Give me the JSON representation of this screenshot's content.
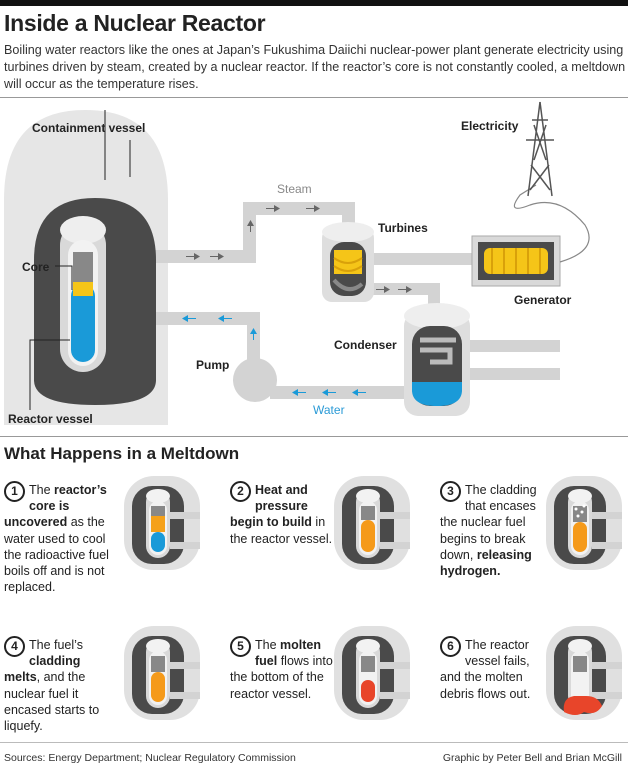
{
  "title": "Inside a Nuclear Reactor",
  "intro": "Boiling water reactors like the ones at Japan’s Fukushima Daiichi nuclear-power plant generate electricity using turbines driven by steam, created by a nuclear reactor.  If the reactor’s core is not constantly cooled, a meltdown will occur as the temperature rises.",
  "labels": {
    "containment": "Containment vessel",
    "core": "Core",
    "reactor_vessel": "Reactor vessel",
    "steam": "Steam",
    "turbines": "Turbines",
    "electricity": "Electricity",
    "generator": "Generator",
    "condenser": "Condenser",
    "pump": "Pump",
    "water": "Water"
  },
  "meltdown": {
    "heading": "What Happens in a Meltdown",
    "steps": [
      {
        "num": "1",
        "parts": [
          [
            "The ",
            false
          ],
          [
            "reactor’s core is uncovered",
            true
          ],
          [
            " as the water used to cool the radioactive fuel boils off and is not replaced.",
            false
          ]
        ]
      },
      {
        "num": "2",
        "parts": [
          [
            "Heat and pressure begin to build",
            true
          ],
          [
            " in the reactor vessel.",
            false
          ]
        ]
      },
      {
        "num": "3",
        "parts": [
          [
            "The cladding that encases the nuclear fuel begins to break down, ",
            false
          ],
          [
            "releasing hydrogen.",
            true
          ]
        ]
      },
      {
        "num": "4",
        "parts": [
          [
            "The fuel’s ",
            false
          ],
          [
            "cladding melts",
            true
          ],
          [
            ", and the nuclear fuel it encased starts to liquefy.",
            false
          ]
        ]
      },
      {
        "num": "5",
        "parts": [
          [
            "The ",
            false
          ],
          [
            "molten fuel",
            true
          ],
          [
            " flows into the bottom of the reactor vessel.",
            false
          ]
        ]
      },
      {
        "num": "6",
        "parts": [
          [
            "The reactor vessel fails, and the molten debris flows out.",
            false
          ]
        ]
      }
    ]
  },
  "footer": {
    "sources": "Sources: Energy Department; Nuclear Regulatory Commission",
    "credit": "Graphic by Peter Bell and Brian McGill"
  },
  "colors": {
    "water_blue": "#1a9ad8",
    "fuel_yellow": "#f5c518",
    "fuel_orange": "#f59a1a",
    "molten_red": "#e8452a",
    "pipe_gray": "#cfcfcf",
    "vessel_gray": "#e2e2e2",
    "dark_gray": "#4a4a4a"
  }
}
